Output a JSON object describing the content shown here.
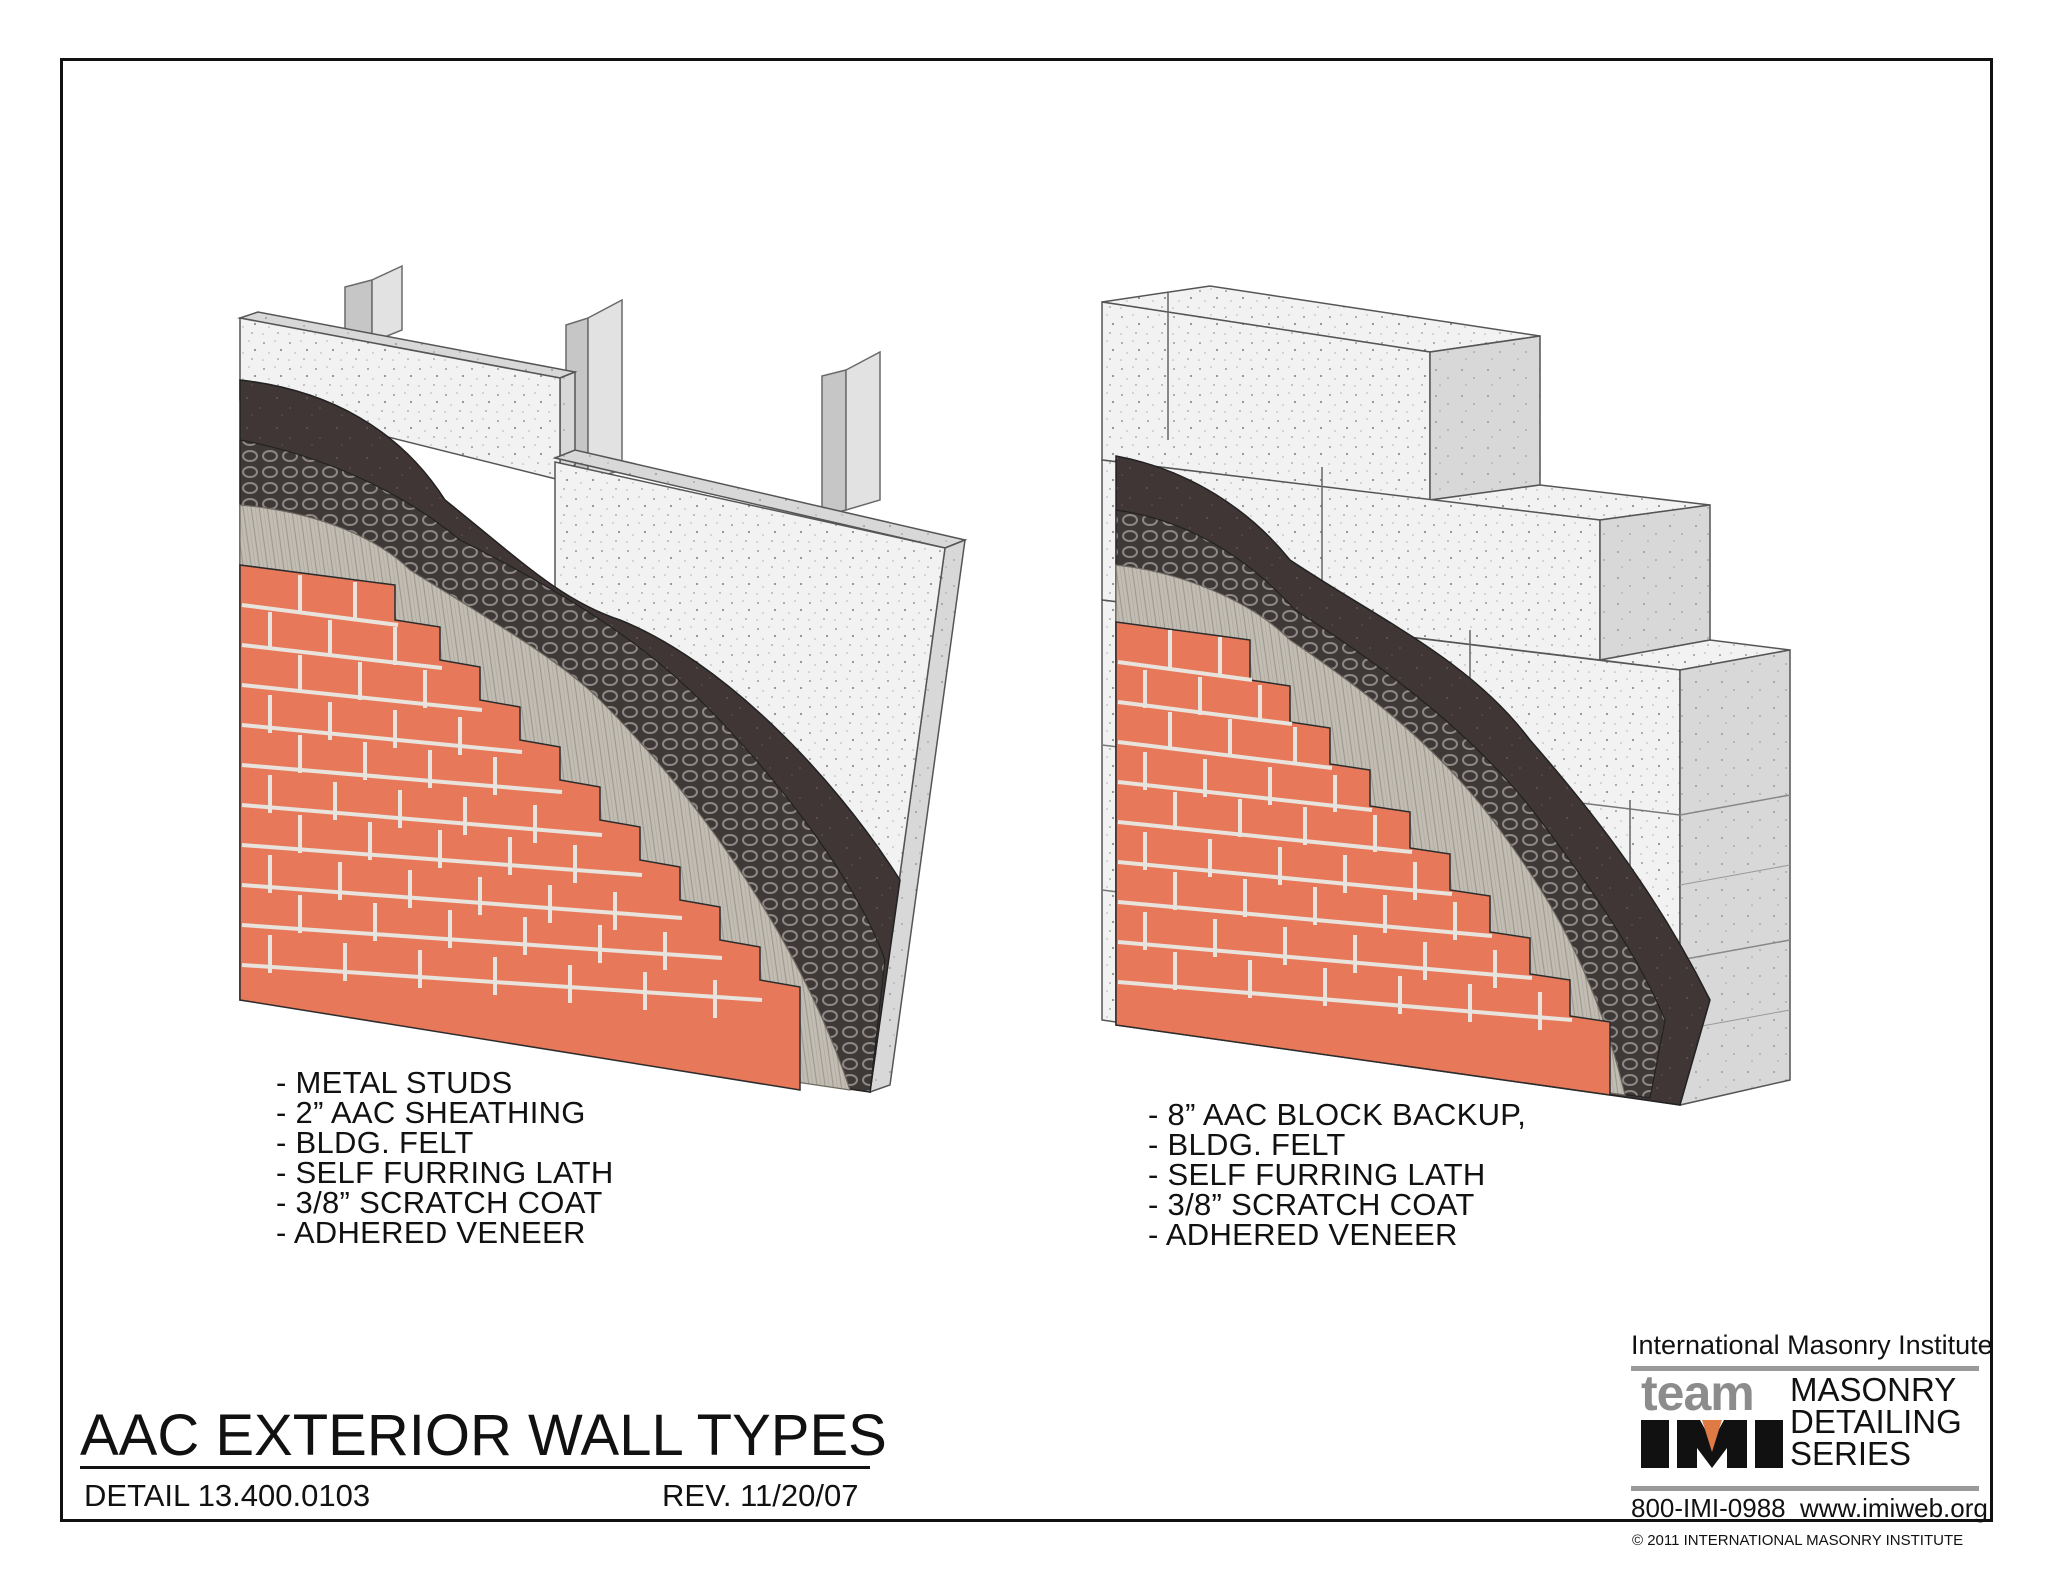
{
  "diagram": {
    "left_wall_labels": [
      "- METAL STUDS",
      "- 2” AAC SHEATHING",
      "- BLDG. FELT",
      "- SELF FURRING LATH",
      "- 3/8” SCRATCH COAT",
      "- ADHERED VENEER"
    ],
    "right_wall_labels": [
      "- 8” AAC BLOCK BACKUP,",
      "- BLDG. FELT",
      "- SELF FURRING LATH",
      "- 3/8” SCRATCH COAT",
      "- ADHERED VENEER"
    ]
  },
  "title_block": {
    "title": "AAC EXTERIOR WALL TYPES",
    "detail_number": "DETAIL 13.400.0103",
    "revision": "REV. 11/20/07"
  },
  "logo": {
    "organization": "International Masonry Institute",
    "team_word": "team",
    "series_lines": [
      "MASONRY",
      "DETAILING",
      "SERIES"
    ],
    "phone": "800-IMI-0988",
    "website": "www.imiweb.org"
  },
  "copyright": "© 2011 INTERNATIONAL MASONRY INSTITUTE",
  "colors": {
    "brick": "#e8785a",
    "mortar": "#e6e2dc",
    "aac": "#f1f1f1",
    "felt": "#3d3534",
    "lath": "#4a4443",
    "scratch_coat": "#bdb8ae",
    "stud": "#c9c9c9",
    "ink": "#111111",
    "logo_gray": "#8c8c8c",
    "logo_orange": "#e07a45"
  }
}
